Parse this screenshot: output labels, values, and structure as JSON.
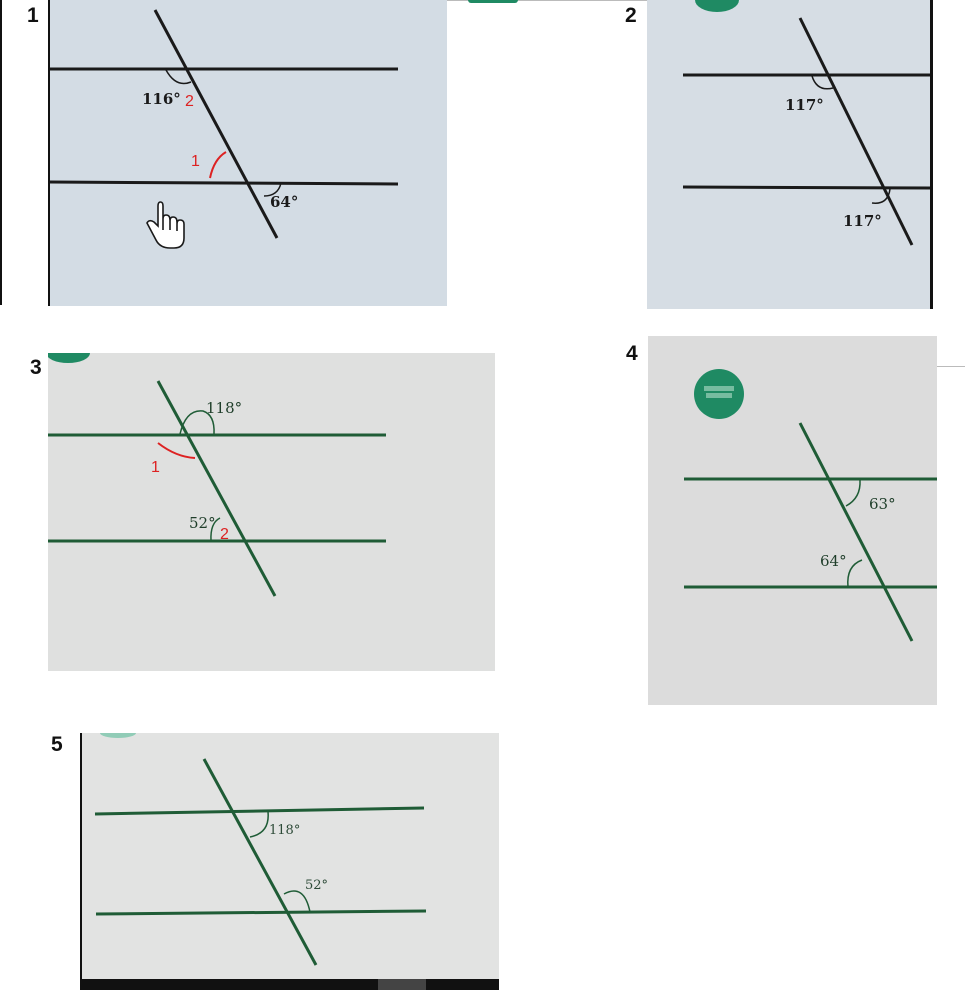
{
  "problems": [
    {
      "number": "1",
      "angle_labels": [
        "116°",
        "64°"
      ],
      "markers": [
        "2",
        "1"
      ]
    },
    {
      "number": "2",
      "angle_labels": [
        "117°",
        "117°"
      ]
    },
    {
      "number": "3",
      "angle_labels": [
        "118°",
        "52°"
      ],
      "markers": [
        "1",
        "2"
      ]
    },
    {
      "number": "4",
      "angle_labels": [
        "63°",
        "64°"
      ]
    },
    {
      "number": "5",
      "angle_labels": [
        "118°",
        "52°"
      ]
    }
  ],
  "colors": {
    "line_dark": "#1a1a1a",
    "line_green": "#1f5c36",
    "paper_blue": "#d4dde6",
    "paper_gray": "#dcdcdc",
    "marker_red": "#dd2222",
    "badge_green": "#1f8a63"
  },
  "icons": [
    "hand-pointer-icon"
  ]
}
